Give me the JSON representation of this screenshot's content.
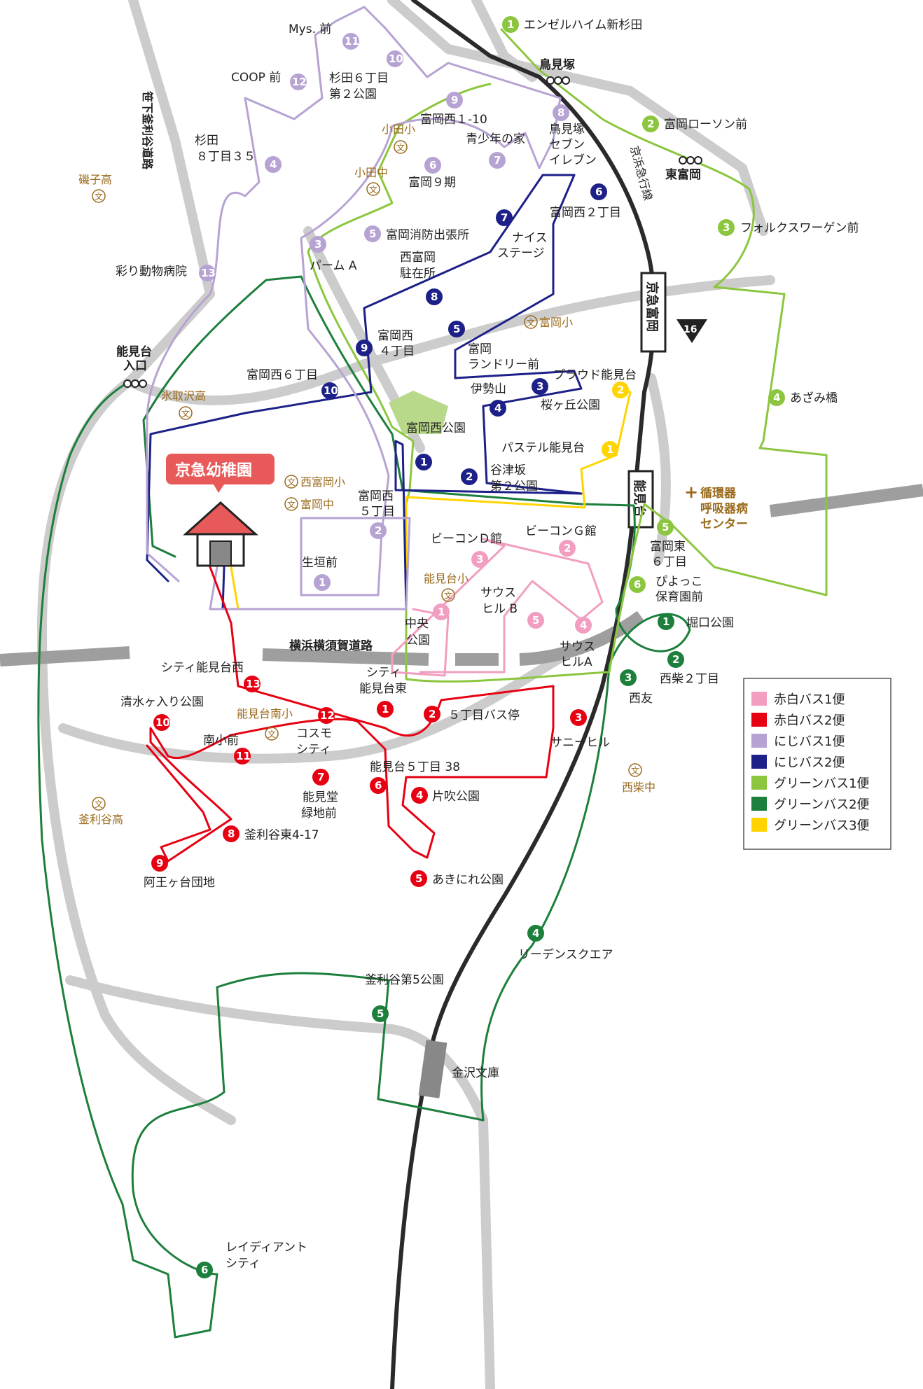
{
  "kindergarten": {
    "name": "京急幼稚園"
  },
  "railway": {
    "line_name": "京浜急行線",
    "tag_tomioka": "京急富岡",
    "tag_nokendai": "能見台"
  },
  "expressway": {
    "name": "横浜横須賀道路"
  },
  "route16": {
    "label": "16"
  },
  "roads": {
    "sasage": "笹下釜利谷道路"
  },
  "facilities": {
    "junkan": "循環器呼吸器病センター",
    "hospital_line1": "循環器",
    "hospital_line2": "呼吸器病",
    "hospital_line3": "センター",
    "tomioka_nishi_park": "富岡西公園",
    "kanazawa_bunko": "金沢文庫",
    "tomioka_station": "東富岡",
    "torimizuka": "鳥見塚",
    "nokendai_iriguchi_1": "能見台",
    "nokendai_iriguchi_2": "入口"
  },
  "schools": {
    "isogo": "磯子高",
    "odasho": "小田小",
    "odachu": "小田中",
    "hitorizawa": "氷取沢高",
    "nishitomioka": "西富岡小",
    "tomiokachu": "富岡中",
    "tomiokasho": "富岡小",
    "nokendaisho": "能見台小",
    "nokendaiminami": "能見台南小",
    "kamariya": "釜利谷高",
    "nishishiba": "西柴中",
    "bun": "文"
  },
  "stops": {
    "green1_1": "エンゼルハイム新杉田",
    "green1_2": "富岡ローソン前",
    "green1_3": "フォルクスワーゲン前",
    "green1_4": "あざみ橋",
    "green1_5": "富岡東",
    "green1_5b": "６丁目",
    "green1_6": "ぴよっこ",
    "green1_6b": "保育園前",
    "green2_1": "堀口公園",
    "green2_2": "西柴２丁目",
    "green2_3": "西友",
    "green2_4": "リーデンスクエア",
    "green2_5": "釜利谷第5公園",
    "green2_6": "レイディアント",
    "green2_6b": "シティ",
    "yellow_1": "パステル能見台",
    "yellow_2": "プラウド能見台",
    "navy_1": "富岡西公園",
    "navy_2": "谷津坂",
    "navy_2b": "第２公園",
    "navy_3": "桜ヶ丘公園",
    "navy_4": "伊勢山",
    "navy_5": "富岡",
    "navy_5b": "ランドリー前",
    "navy_6": "富岡西２丁目",
    "navy_7": "ナイス",
    "navy_7b": "ステージ",
    "navy_8": "西富岡",
    "navy_8b": "駐在所",
    "navy_9": "富岡西",
    "navy_9b": "４丁目",
    "navy_10": "富岡西６丁目",
    "purple_1": "生垣前",
    "purple_2": "富岡西",
    "purple_2b": "５丁目",
    "purple_3": "パーム A",
    "purple_4": "杉田",
    "purple_4b": "８丁目３５",
    "purple_5": "富岡消防出張所",
    "purple_6": "富岡９期",
    "purple_7": "青少年の家",
    "purple_8": "鳥見塚",
    "purple_8b": "セブン",
    "purple_8c": "イレブン",
    "purple_9": "富岡西１-10",
    "purple_10": "杉田６丁目",
    "purple_10b": "第２公園",
    "purple_11": "Mys. 前",
    "purple_12": "COOP 前",
    "purple_13": "彩り動物病院",
    "pink_1": "中央",
    "pink_1b": "公園",
    "pink_2": "ビーコンＧ館",
    "pink_3": "ビーコンＤ館",
    "pink_4": "サウス",
    "pink_4b": "ヒルA",
    "pink_5": "サウス",
    "pink_5b": "ヒル B",
    "red_1": "シティ",
    "red_1b": "能見台東",
    "red_2": "５丁目バス停",
    "red_3": "サニーヒル",
    "red_4": "片吹公園",
    "red_5": "あきにれ公園",
    "red_6": "能見台５丁目 38",
    "red_7": "能見堂",
    "red_7b": "緑地前",
    "red_8": "釜利谷東4-17",
    "red_9": "阿王ヶ台団地",
    "red_10": "清水ヶ入り公園",
    "red_11": "南小前",
    "red_12": "コスモ",
    "red_12b": "シティ",
    "red_13": "シティ能見台西"
  },
  "legend": {
    "items": [
      {
        "label": "赤白バス1便",
        "color": "#f29ec1"
      },
      {
        "label": "赤白バス2便",
        "color": "#e60012"
      },
      {
        "label": "にじバス1便",
        "color": "#b7a3d3"
      },
      {
        "label": "にじバス2便",
        "color": "#1d2088"
      },
      {
        "label": "グリーンバス1便",
        "color": "#8cc63f"
      },
      {
        "label": "グリーンバス2便",
        "color": "#1d7f3c"
      },
      {
        "label": "グリーンバス3便",
        "color": "#ffd400"
      }
    ]
  },
  "colors": {
    "road": "#c8c8c8",
    "rail": "#333333",
    "expressway": "#9e9e9e",
    "kinder_accent": "#e85a5a",
    "school_text": "#9a6a1c",
    "park": "#b9d98a"
  },
  "icons": {
    "school": "bun-circle-icon",
    "hospital": "cross-icon",
    "station": "station-icon",
    "house": "house-icon"
  }
}
